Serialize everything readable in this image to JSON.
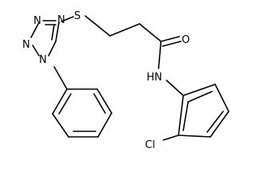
{
  "molecule": {
    "atoms": {
      "n1": "N",
      "n2": "N",
      "n3": "N",
      "n4": "N",
      "s": "S",
      "o": "O",
      "nh": "HN",
      "cl": "Cl"
    }
  }
}
